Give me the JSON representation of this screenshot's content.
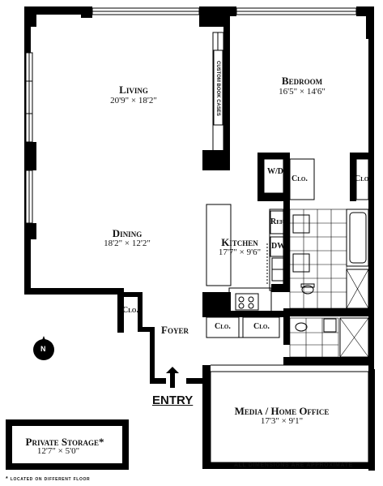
{
  "rooms": {
    "living": {
      "name": "Living",
      "dims": "20'9\" × 18'2\""
    },
    "bedroom": {
      "name": "Bedroom",
      "dims": "16'5\" × 14'6\""
    },
    "dining": {
      "name": "Dining",
      "dims": "18'2\" × 12'2\""
    },
    "kitchen": {
      "name": "Kitchen",
      "dims": "17'7\" × 9'6\""
    },
    "foyer": {
      "name": "Foyer"
    },
    "media": {
      "name": "Media / Home Office",
      "dims": "17'3\" × 9'1\""
    },
    "storage": {
      "name": "Private Storage*",
      "dims": "12'7\" × 5'0\""
    }
  },
  "fixtures": {
    "book_cases": "CUSTOM BOOK CASES",
    "washer_dryer": "W/D",
    "closet": "Clo.",
    "refrigerator": "Ref",
    "dishwasher": "DW"
  },
  "entry": "ENTRY",
  "compass": "N",
  "notes": {
    "storage": "* located on different floor",
    "dimensions": "ALL DIMENSIONS ARE APPROXIMATE"
  }
}
